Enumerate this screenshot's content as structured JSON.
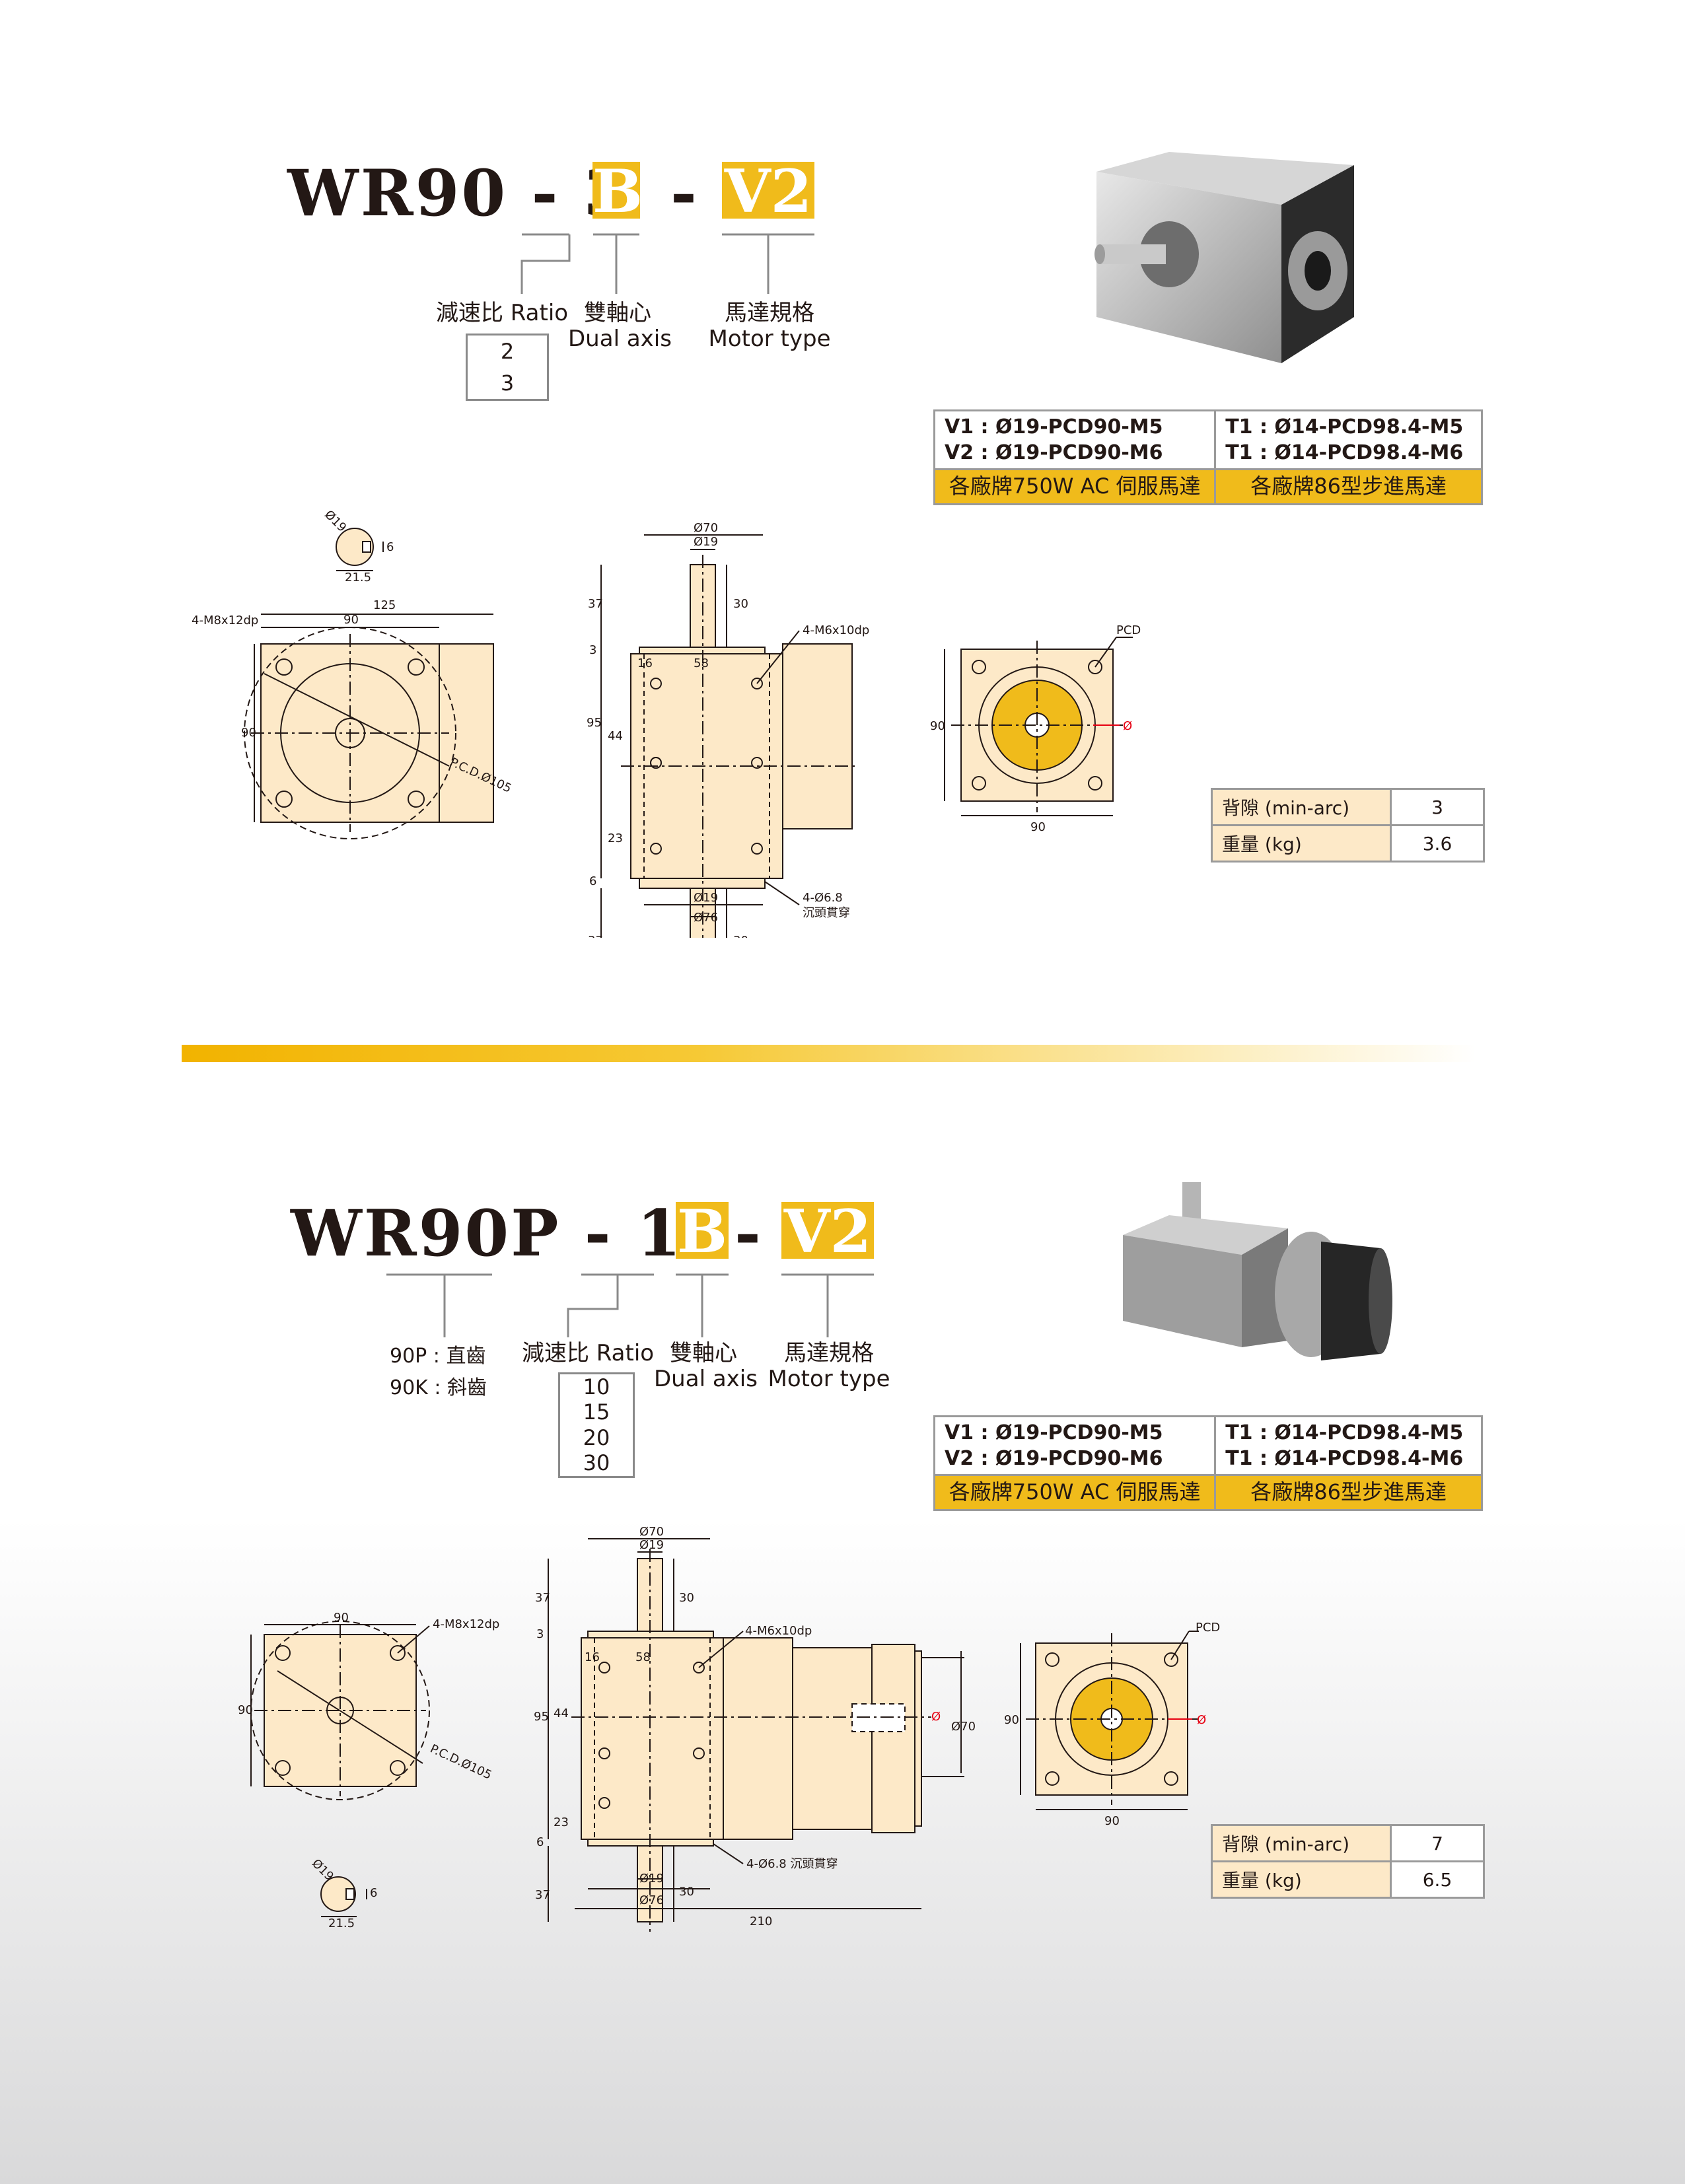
{
  "section1": {
    "code_prefix": "WR90 - 3",
    "code_axis": "B",
    "code_dash": "-",
    "code_motor": "V2",
    "ratio_label": "減速比 Ratio",
    "ratio_values": [
      "2",
      "3"
    ],
    "axis_label_zh": "雙軸心",
    "axis_label_en": "Dual axis",
    "motor_label_zh": "馬達規格",
    "motor_label_en": "Motor type",
    "spec": {
      "v1": "V1 : Ø19-PCD90-M5",
      "v2": "V2 : Ø19-PCD90-M6",
      "t1a": "T1 : Ø14-PCD98.4-M5",
      "t1b": "T1 : Ø14-PCD98.4-M6",
      "servo": "各廠牌750W AC 伺服馬達",
      "stepper": "各廠牌86型步進馬達"
    },
    "backlash_label": "背隙  (min-arc)",
    "backlash_value": "3",
    "weight_label": "重量  (kg)",
    "weight_value": "3.6"
  },
  "section2": {
    "code_prefix": "WR90P - 10",
    "code_axis": "B",
    "code_dash": "-",
    "code_motor": "V2",
    "tooth_p": "90P : 直齒",
    "tooth_k": "90K : 斜齒",
    "ratio_label": "減速比 Ratio",
    "ratio_values": [
      "10",
      "15",
      "20",
      "30"
    ],
    "axis_label_zh": "雙軸心",
    "axis_label_en": "Dual axis",
    "motor_label_zh": "馬達規格",
    "motor_label_en": "Motor type",
    "spec": {
      "v1": "V1 : Ø19-PCD90-M5",
      "v2": "V2 : Ø19-PCD90-M6",
      "t1a": "T1 : Ø14-PCD98.4-M5",
      "t1b": "T1 : Ø14-PCD98.4-M6",
      "servo": "各廠牌750W AC 伺服馬達",
      "stepper": "各廠牌86型步進馬達"
    },
    "backlash_label": "背隙  (min-arc)",
    "backlash_value": "7",
    "weight_label": "重量  (kg)",
    "weight_value": "6.5"
  },
  "dims": {
    "phi19": "Ø19",
    "d6": "6",
    "d21_5": "21.5",
    "m8": "4-M8x12dp",
    "d90": "90",
    "d125": "125",
    "pcd105": "P.C.D.Ø105",
    "phi70": "Ø70",
    "d37": "37",
    "d30": "30",
    "d3": "3",
    "m6": "4-M6x10dp",
    "d16": "16",
    "d58": "58",
    "d95": "95",
    "d44": "44",
    "d23": "23",
    "holes": "4-Ø6.8",
    "holes_note": "沉頭貫穿",
    "holes_full": "4-Ø6.8 沉頭貫穿",
    "phi76": "Ø76",
    "pcd": "PCD",
    "phi": "Ø",
    "d210": "210"
  }
}
